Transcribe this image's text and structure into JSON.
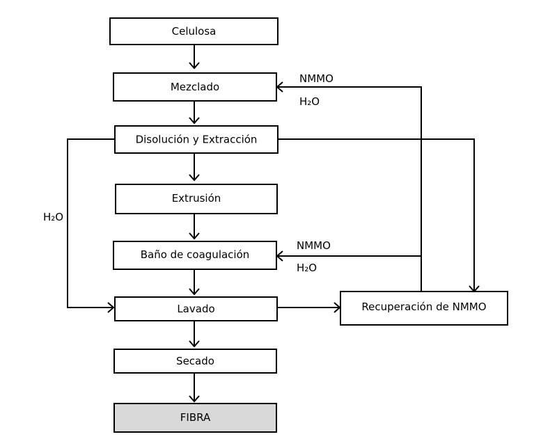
{
  "diagram": {
    "nodes": {
      "celulosa": "Celulosa",
      "mezclado": "Mezclado",
      "disolucion": "Disolución y Extracción",
      "extrusion": "Extrusión",
      "bano": "Baño de coagulación",
      "lavado": "Lavado",
      "secado": "Secado",
      "fibra": "FIBRA",
      "recuperacion": "Recuperación de NMMO"
    },
    "edge_labels": {
      "nmmo_to_mezclado": "NMMO",
      "h2o_to_mezclado": "H₂O",
      "nmmo_to_bano": "NMMO",
      "h2o_to_bano": "H₂O",
      "h2o_bypass": "H₂O"
    },
    "colors": {
      "line": "#000000",
      "box_fill": "#ffffff",
      "final_fill": "#d9d9d9"
    }
  }
}
